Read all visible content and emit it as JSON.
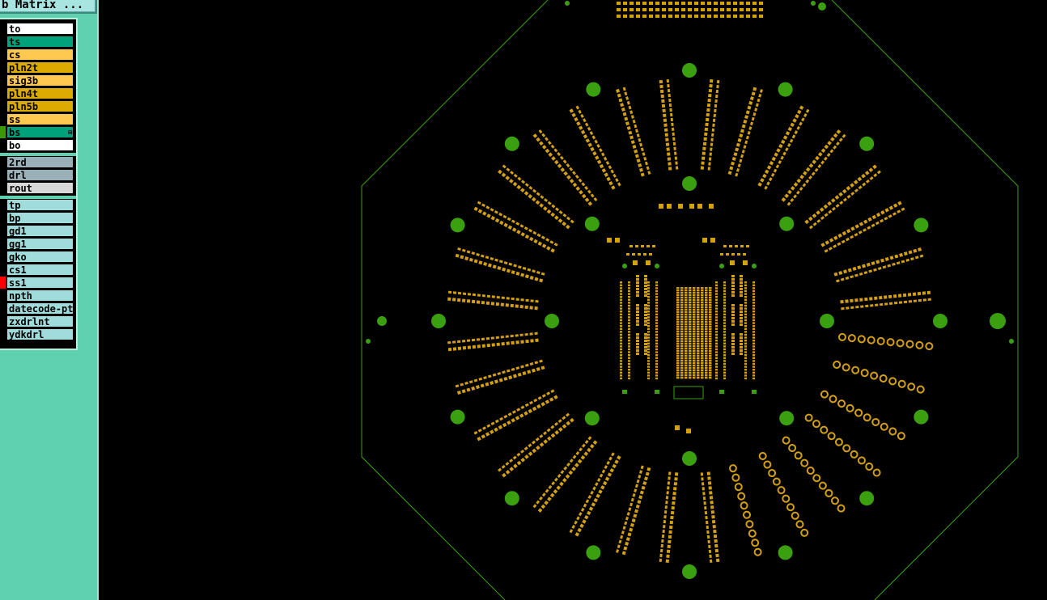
{
  "header": {
    "title": "b Matrix ..."
  },
  "layers": {
    "board": [
      {
        "name": "to",
        "color": "#ffffff"
      },
      {
        "name": "ts",
        "color": "#00a27c"
      },
      {
        "name": "cs",
        "color": "#ffc850"
      },
      {
        "name": "pln2t",
        "color": "#dcaa00"
      },
      {
        "name": "sig3b",
        "color": "#ffc850"
      },
      {
        "name": "pln4t",
        "color": "#dcaa00"
      },
      {
        "name": "pln5b",
        "color": "#dcaa00"
      },
      {
        "name": "ss",
        "color": "#ffc850"
      },
      {
        "name": "bs",
        "color": "#00a27c",
        "marker": "#3c9a00",
        "expand_icon": "⊞"
      },
      {
        "name": "bo",
        "color": "#ffffff"
      }
    ],
    "drill": [
      {
        "name": "2rd",
        "color": "#9ab0b8"
      },
      {
        "name": "drl",
        "color": "#9ab0b8"
      },
      {
        "name": "rout",
        "color": "#d8d8d8"
      }
    ],
    "misc": [
      {
        "name": "tp",
        "color": "#a0dcdc"
      },
      {
        "name": "bp",
        "color": "#a0dcdc"
      },
      {
        "name": "gd1",
        "color": "#a0dcdc"
      },
      {
        "name": "gg1",
        "color": "#a0dcdc"
      },
      {
        "name": "gko",
        "color": "#a0dcdc"
      },
      {
        "name": "cs1",
        "color": "#a0dcdc"
      },
      {
        "name": "ss1",
        "color": "#a0dcdc",
        "marker": "#ff0000"
      },
      {
        "name": "npth",
        "color": "#a0dcdc"
      },
      {
        "name": "datecode-ptc",
        "color": "#a0dcdc"
      },
      {
        "name": "zxdrlnt",
        "color": "#a0dcdc"
      },
      {
        "name": "ydkdrl",
        "color": "#a0dcdc"
      }
    ]
  },
  "colors": {
    "pad": "#d4a010",
    "hole": "#3aa010",
    "outline": "#3aa010"
  }
}
